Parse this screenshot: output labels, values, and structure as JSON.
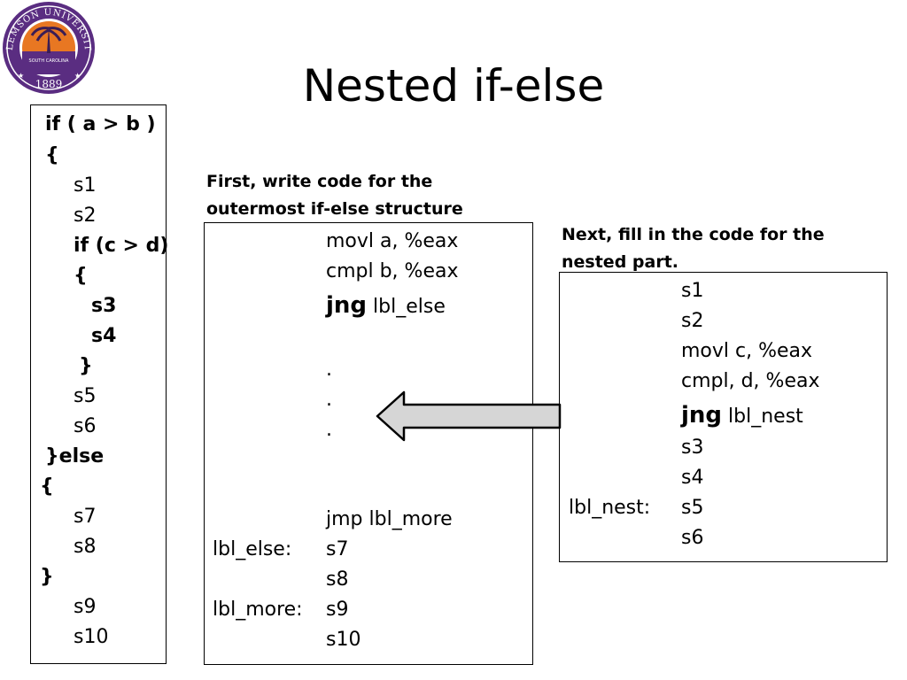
{
  "logo": {
    "text_top": "CLEMSON UNIVERSITY",
    "text_state": "SOUTH CAROLINA",
    "year": "1889",
    "colors": {
      "purple": "#5a2d81",
      "orange": "#e87722"
    }
  },
  "title": "Nested if-else",
  "source_code": [
    "if ( a > b )",
    "{",
    "s1",
    "s2",
    "if (c > d)",
    "{",
    "s3",
    "s4",
    "}",
    "s5",
    "s6",
    "}else",
    "{",
    "s7",
    "s8",
    "}",
    "s9",
    "s10"
  ],
  "outer": {
    "caption_line1": "First, write code for the",
    "caption_line2": "outermost if-else structure",
    "lines": [
      {
        "label": "",
        "code": "movl a, %eax"
      },
      {
        "label": "",
        "code": "cmpl b, %eax"
      },
      {
        "label": "",
        "keyword": "jng",
        "code": " lbl_else"
      },
      {
        "label": "",
        "code": "."
      },
      {
        "label": "",
        "code": "."
      },
      {
        "label": "",
        "code": "."
      },
      {
        "label": "",
        "code": "jmp lbl_more"
      },
      {
        "label": "lbl_else:",
        "code": "s7"
      },
      {
        "label": "",
        "code": "s8"
      },
      {
        "label": "lbl_more:",
        "code": "s9"
      },
      {
        "label": "",
        "code": "s10"
      }
    ]
  },
  "nested": {
    "caption_line1": "Next, fill in the code for the",
    "caption_line2": "nested part.",
    "lines": [
      {
        "label": "",
        "code": "s1"
      },
      {
        "label": "",
        "code": "s2"
      },
      {
        "label": "",
        "code": "movl c, %eax"
      },
      {
        "label": "",
        "code": "cmpl, d, %eax"
      },
      {
        "label": "",
        "keyword": "jng",
        "code": " lbl_nest"
      },
      {
        "label": "",
        "code": "s3"
      },
      {
        "label": "",
        "code": "s4"
      },
      {
        "label": "lbl_nest:",
        "code": "s5"
      },
      {
        "label": "",
        "code": "s6"
      }
    ]
  },
  "arrow": {
    "direction": "left",
    "fill": "#d6d6d6"
  }
}
